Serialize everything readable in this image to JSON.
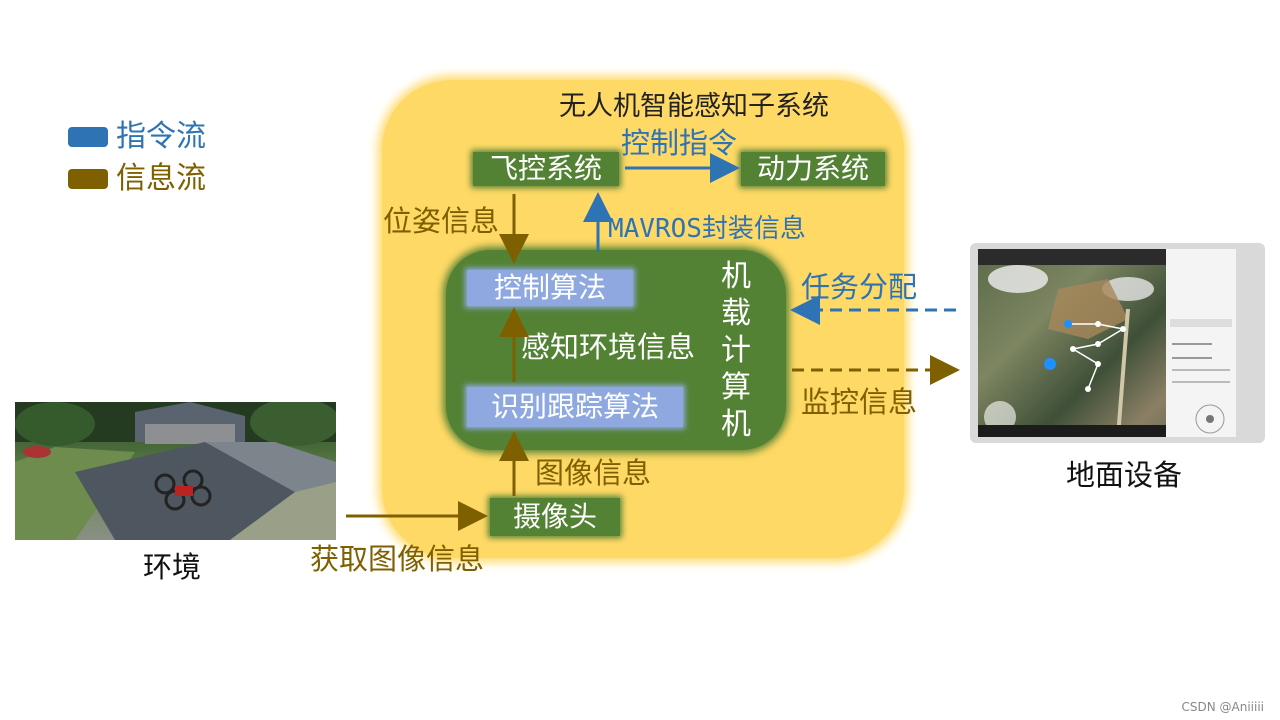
{
  "legend": [
    {
      "label": "指令流",
      "color": "#2e74b5"
    },
    {
      "label": "信息流",
      "color": "#7f6000"
    }
  ],
  "subsystem": {
    "title": "无人机智能感知子系统",
    "fill_color": "#ffd966"
  },
  "nodes": {
    "flight_control": "飞控系统",
    "power_system": "动力系统",
    "control_algorithm": "控制算法",
    "recognition_tracking": "识别跟踪算法",
    "onboard_computer": "机载计算机",
    "camera": "摄像头",
    "ground_equipment": "地面设备",
    "environment": "环境"
  },
  "edges": {
    "control_command": "控制指令",
    "pose_info": "位姿信息",
    "mavros_info": "MAVROS封装信息",
    "perceived_env_info": "感知环境信息",
    "image_info": "图像信息",
    "task_allocation": "任务分配",
    "monitor_info": "监控信息",
    "acquire_image_info": "获取图像信息"
  },
  "colors": {
    "command_flow": "#2e74b5",
    "info_flow": "#7f6000",
    "node_green": "#548235",
    "algo_blue": "#8fa9e0"
  },
  "watermark": "CSDN @Aniiiii"
}
